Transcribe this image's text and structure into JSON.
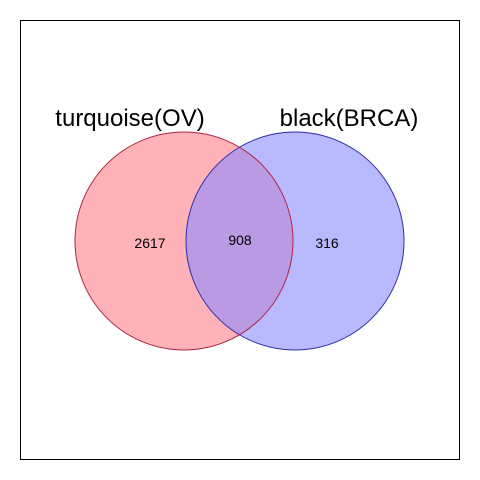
{
  "venn": {
    "sets": [
      {
        "label": "turquoise(OV)",
        "fill": "#ff7f88",
        "stroke": "#b22240"
      },
      {
        "label": "black(BRCA)",
        "fill": "#8a8aff",
        "stroke": "#2c2cb0"
      }
    ],
    "counts": {
      "only_left": "2617",
      "both": "908",
      "only_right": "316"
    },
    "frame_color": "#000000"
  }
}
